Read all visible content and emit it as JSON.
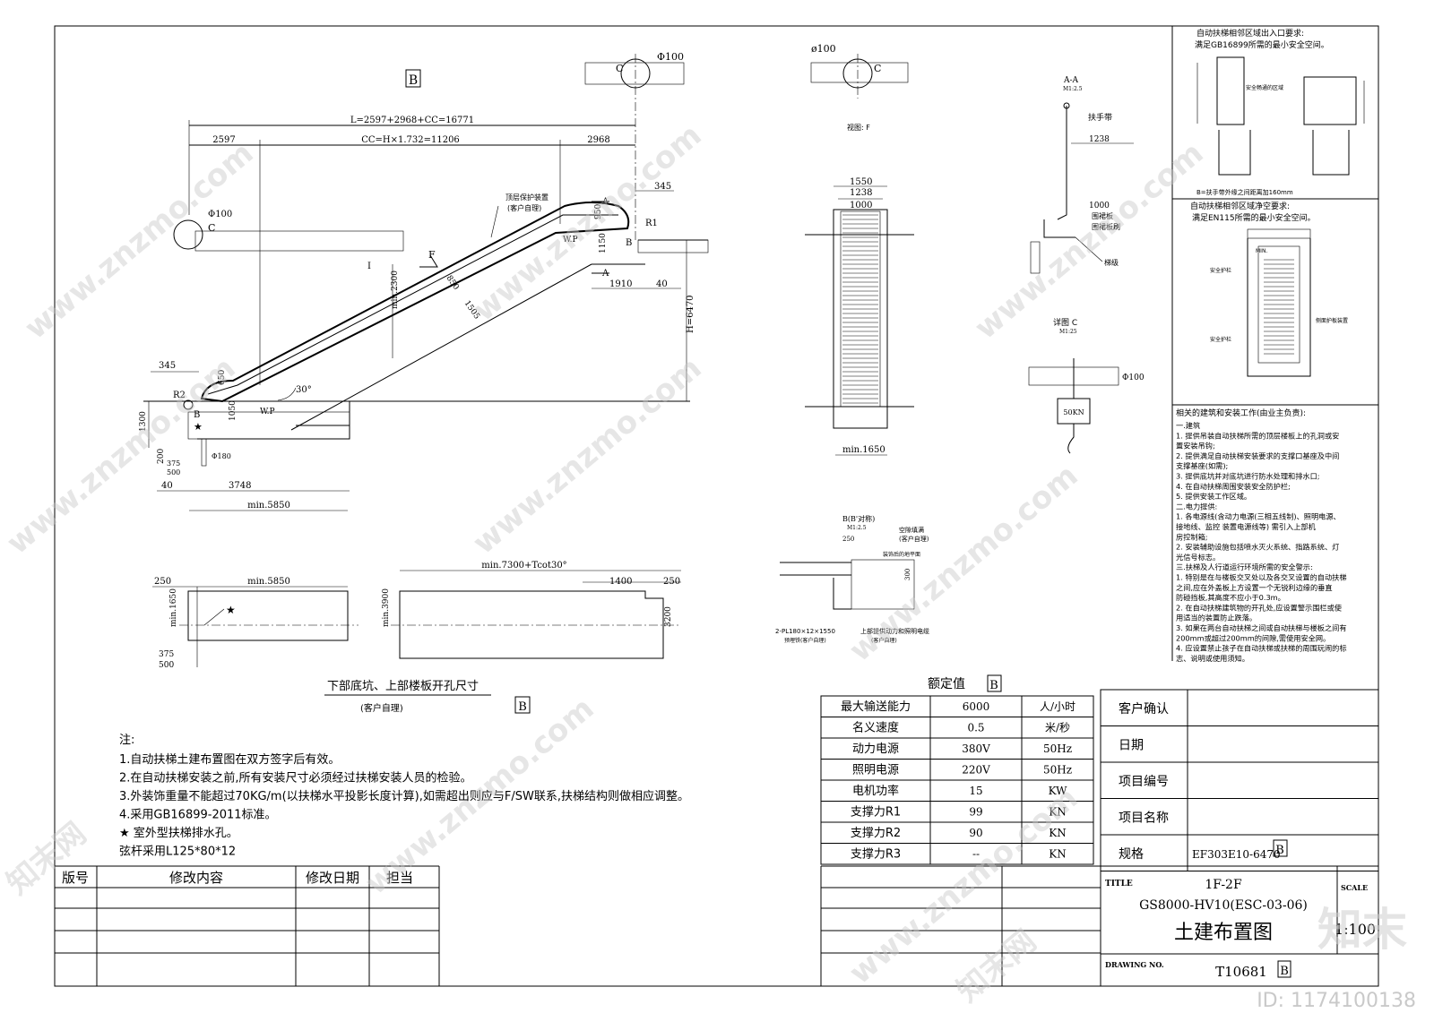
{
  "view_b_tag": "B",
  "elevation": {
    "dim_total": "L=2597+2968+CC=16771",
    "dim_left": "2597",
    "dim_cc": "CC=H×1.732=11206",
    "dim_right": "2968",
    "dim_345_top": "345",
    "dim_345_bottom": "345",
    "dim_1910": "1910",
    "dim_40_right": "40",
    "dim_h": "H=6470",
    "dim_min2300": "min.2300",
    "dim_850": "850",
    "dim_1505": "1505",
    "dim_950": "950",
    "dim_1150": "1150",
    "dim_1050": "1050",
    "dim_650": "650",
    "dim_1300": "1300",
    "dim_200": "200",
    "dim_375": "375",
    "dim_500": "500",
    "dim_40_left": "40",
    "dim_3748": "3748",
    "dim_min5850": "min.5850",
    "dim_phi180": "Φ180",
    "dim_phi100_top": "Φ100",
    "dim_phi100_left": "Φ100",
    "angle": "30°",
    "label_r1": "R1",
    "label_r2": "R2",
    "label_b_top": "B",
    "label_b_bottom": "B",
    "label_wp_top": "W.P",
    "label_wp_bottom": "W.P",
    "label_c_top": "C",
    "label_c_left": "C",
    "label_a_top": "A",
    "label_a_bottom": "A",
    "label_f": "F",
    "label_i": "I",
    "star": "★",
    "protection_note": "顶层保护装置",
    "protection_note2": "(客户自理)"
  },
  "plan": {
    "dim_250_left": "250",
    "dim_min5850": "min.5850",
    "dim_min1650": "min.1650",
    "dim_375": "375",
    "dim_500": "500",
    "dim_min7300": "min.7300+Tcot30°",
    "dim_1400": "1400",
    "dim_250_right": "250",
    "dim_min3900": "min.3900",
    "dim_3200": "3200",
    "star": "★",
    "title": "下部底坑、上部楼板开孔尺寸",
    "subtitle": "(客户自理)",
    "tag": "B"
  },
  "front_view": {
    "phi100": "ø100",
    "label_c": "C",
    "view_f": "视图: F",
    "dim_1550": "1550",
    "dim_1238": "1238",
    "dim_1000": "1000",
    "dim_min1650": "min.1650"
  },
  "section_aa": {
    "title": "A-A",
    "scale": "M1:2.5",
    "handrail": "扶手带",
    "dim_1238": "1238",
    "dim_1000": "1000",
    "skirt": "围裙板",
    "skirt_brush": "围裙板刷",
    "step": "梯级"
  },
  "detail_c": {
    "title": "详图 C",
    "scale": "M1:25",
    "phi100": "Φ100",
    "load": "50KN"
  },
  "detail_b": {
    "title": "B(B'对称)",
    "scale": "M1:2.5",
    "dim_250": "250",
    "dim_300": "300",
    "gap_fill": "空隙填满",
    "gap_fill2": "(客户自理)",
    "finished_floor": "装饰后的地平面",
    "plate": "2-PL180×12×1550",
    "plate2": "预埋铁(客户自理)",
    "cable": "上部提供动力和照明电缆",
    "cable2": "(客户自理)"
  },
  "right_panel": {
    "top_title": "自动扶梯相邻区域出入口要求:",
    "top_sub": "满足GB16899所需的最小安全空间。",
    "safe_zone": "安全畅通的区域",
    "top_note": "B=扶手带外缘之间距离加160mm",
    "mid_title": "自动扶梯相邻区域净空要求:",
    "mid_sub": "满足EN115所需的最小安全空间。",
    "guard1": "安全护栏",
    "guard2": "安全护栏",
    "skirt_guard": "侧面护板装置",
    "min_label": "MIN.",
    "works_title": "相关的建筑和安装工作(由业主负责):",
    "works": [
      "一.建筑",
      "1. 提供吊装自动扶梯所需的顶层楼板上的孔洞或安",
      "   置安装吊钩;",
      "2. 提供满足自动扶梯安装要求的支撑口基座及中间",
      "   支撑基座(如需);",
      "3. 提供底坑并对底坑进行防水处理和排水口;",
      "4. 在自动扶梯周围安装安全防护栏;",
      "5. 提供安装工作区域。",
      "二.电力提供:",
      "1. 各电源线(含动力电源(三相五线制)、照明电源、",
      "   接地线、监控    装置电源线等) 需引入上部机",
      "   房控制箱;",
      "2. 安装辅助设施包括喷水灭火系统、指路系统、灯",
      "   光信号标志。",
      "三.扶梯及人行道运行环境所需的安全警示:",
      "1. 特别是在与楼板交叉处以及各交叉设置的自动扶梯",
      "   之间,应在外盖板上方设置一个无锐利边缘的垂直",
      "   防碰挡板,其高度不应小于0.3m。",
      "2. 在自动扶梯建筑物的开孔处,应设置警示围栏或使",
      "   用适当的装置防止跌落。",
      "3. 如果在两台自动扶梯之间或自动扶梯与楼板之间有",
      "   200mm或超过200mm的间隙,需使用安全网。",
      "4. 应设置禁止孩子在自动扶梯或扶梯的周围玩闹的标",
      "   志、说明或使用须知。"
    ]
  },
  "notes": {
    "title": "注:",
    "lines": [
      "1.自动扶梯土建布置图在双方签字后有效。",
      "2.在自动扶梯安装之前,所有安装尺寸必须经过扶梯安装人员的检验。",
      "3.外装饰重量不能超过70KG/m(以扶梯水平投影长度计算),如需超出则应与F/SW联系,扶梯结构则做相应调整。",
      "4.采用GB16899-2011标准。",
      "★ 室外型扶梯排水孔。",
      "弦杆采用L125*80*12"
    ]
  },
  "ratings": {
    "title": "额定值",
    "tag": "B",
    "rows": [
      {
        "name": "最大输送能力",
        "value": "6000",
        "unit": "人/小时"
      },
      {
        "name": "名义速度",
        "value": "0.5",
        "unit": "米/秒"
      },
      {
        "name": "动力电源",
        "value": "380V",
        "unit": "50Hz"
      },
      {
        "name": "照明电源",
        "value": "220V",
        "unit": "50Hz"
      },
      {
        "name": "电机功率",
        "value": "15",
        "unit": "KW"
      },
      {
        "name": "支撑力R1",
        "value": "99",
        "unit": "KN"
      },
      {
        "name": "支撑力R2",
        "value": "90",
        "unit": "KN"
      },
      {
        "name": "支撑力R3",
        "value": "--",
        "unit": "KN"
      }
    ]
  },
  "customer": {
    "rows": [
      {
        "label": "客户确认",
        "value": ""
      },
      {
        "label": "日期",
        "value": ""
      },
      {
        "label": "项目编号",
        "value": ""
      },
      {
        "label": "项目名称",
        "value": ""
      },
      {
        "label": "规格",
        "value": "EF303E10-6470"
      }
    ],
    "spec_tag": "B"
  },
  "revision": {
    "headers": [
      "版号",
      "修改内容",
      "修改日期",
      "担当"
    ]
  },
  "title_block": {
    "title_label": "TITLE",
    "line1": "1F-2F",
    "line2": "GS8000-HV10(ESC-03-06)",
    "line3": "土建布置图",
    "scale_label": "SCALE",
    "scale_value": "1:100",
    "drawing_label": "DRAWING NO.",
    "drawing_value": "T10681",
    "drawing_tag": "B"
  },
  "watermark": {
    "text": "www.znzmo.com",
    "cn": "知末网",
    "id": "ID: 1174100138",
    "logo": "知末"
  }
}
